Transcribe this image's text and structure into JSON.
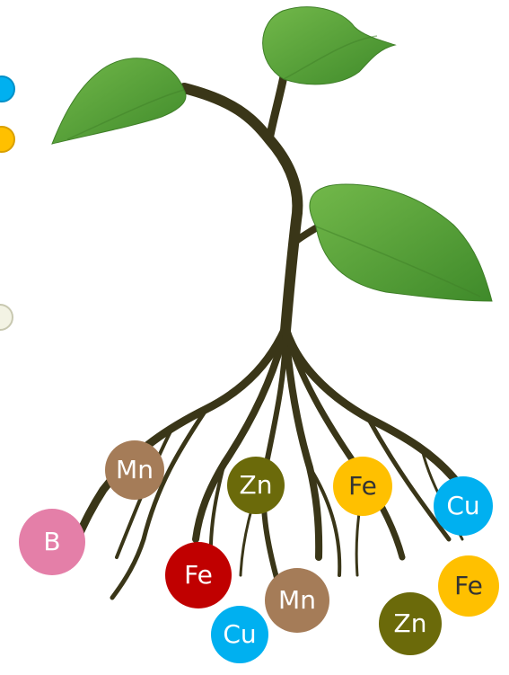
{
  "nutrients": [
    {
      "symbol": "Mn",
      "bg": "#a57c58",
      "fg": "#ffffff"
    },
    {
      "symbol": "Zn",
      "bg": "#6b6a0a",
      "fg": "#ffffff"
    },
    {
      "symbol": "Fe",
      "bg": "#ffc000",
      "fg": "#333333"
    },
    {
      "symbol": "Cu",
      "bg": "#00b0f0",
      "fg": "#ffffff"
    },
    {
      "symbol": "B",
      "bg": "#e47fa8",
      "fg": "#ffffff"
    },
    {
      "symbol": "Fe",
      "bg": "#c00000",
      "fg": "#ffffff"
    },
    {
      "symbol": "Mn",
      "bg": "#a57c58",
      "fg": "#ffffff"
    },
    {
      "symbol": "Cu",
      "bg": "#00b0f0",
      "fg": "#ffffff"
    },
    {
      "symbol": "Zn",
      "bg": "#6b6a0a",
      "fg": "#ffffff"
    },
    {
      "symbol": "Fe",
      "bg": "#ffc000",
      "fg": "#333333"
    }
  ],
  "edge_dots": [
    {
      "color": "#00b0f0",
      "border": "#0090c8"
    },
    {
      "color": "#ffc000",
      "border": "#d9a000"
    },
    {
      "color": "#f3f3e4",
      "border": "#c8c8b0"
    }
  ],
  "colors": {
    "leaf": "#5ea63a",
    "leaf_dark": "#3f7f28",
    "stem": "#3a3618"
  }
}
